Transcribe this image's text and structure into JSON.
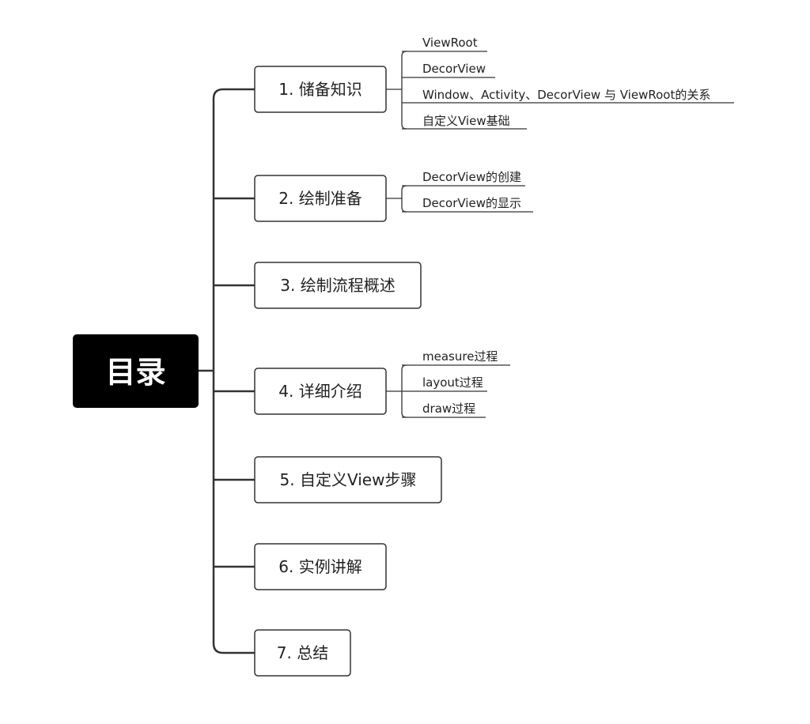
{
  "root": {
    "label": "目录"
  },
  "topics": [
    {
      "label": "1. 储备知识",
      "children": [
        "ViewRoot",
        "DecorView",
        "Window、Activity、DecorView 与 ViewRoot的关系",
        "自定义View基础"
      ]
    },
    {
      "label": "2. 绘制准备",
      "children": [
        "DecorView的创建",
        "DecorView的显示"
      ]
    },
    {
      "label": "3. 绘制流程概述",
      "children": []
    },
    {
      "label": "4. 详细介绍",
      "children": [
        "measure过程",
        "layout过程",
        "draw过程"
      ]
    },
    {
      "label": "5. 自定义View步骤",
      "children": []
    },
    {
      "label": "6. 实例讲解",
      "children": []
    },
    {
      "label": "7. 总结",
      "children": []
    }
  ]
}
